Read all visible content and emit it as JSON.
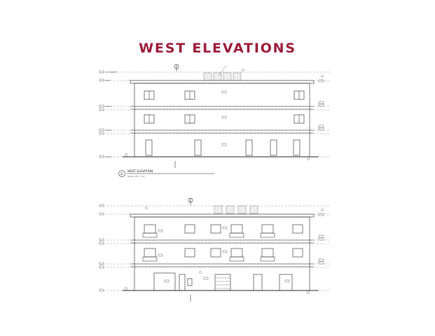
{
  "page": {
    "title": "WEST ELEVATIONS",
    "accent_color": "#9b1b3c"
  },
  "drawing_1": {
    "number": "2",
    "title": "WEST ELEVATION",
    "scale": "SCALE: 1/8\" = 1'-0\""
  },
  "level_labels": {
    "roof": "T.O. PARAPET",
    "roof_sub": "ROOF",
    "level_3": "LEVEL 3",
    "level_2": "LEVEL 2",
    "level_1": "LEVEL 1"
  },
  "icons": {
    "north_marker": "north-arrow-icon",
    "section_marker": "section-tag-icon"
  }
}
